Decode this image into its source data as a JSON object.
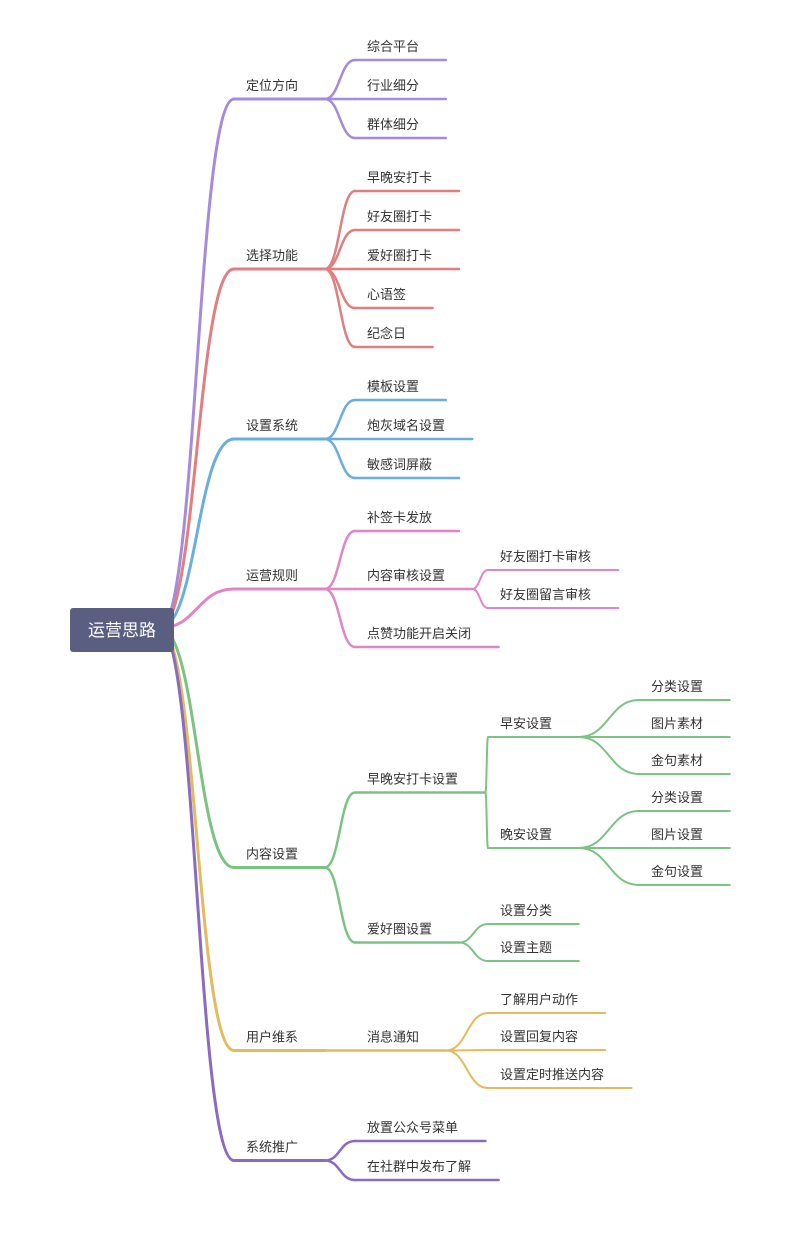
{
  "root": {
    "label": "运营思路",
    "color": "#5a5f82"
  },
  "branches": [
    {
      "label": "定位方向",
      "color": "#a58bdc",
      "children": [
        {
          "label": "综合平台"
        },
        {
          "label": "行业细分"
        },
        {
          "label": "群体细分"
        }
      ]
    },
    {
      "label": "选择功能",
      "color": "#e07f7f",
      "children": [
        {
          "label": "早晚安打卡"
        },
        {
          "label": "好友圈打卡"
        },
        {
          "label": "爱好圈打卡"
        },
        {
          "label": "心语签"
        },
        {
          "label": "纪念日"
        }
      ]
    },
    {
      "label": "设置系统",
      "color": "#6aaedf",
      "children": [
        {
          "label": "模板设置"
        },
        {
          "label": "炮灰域名设置"
        },
        {
          "label": "敏感词屏蔽"
        }
      ]
    },
    {
      "label": "运营规则",
      "color": "#de86c6",
      "children": [
        {
          "label": "补签卡发放"
        },
        {
          "label": "内容审核设置",
          "children": [
            {
              "label": "好友圈打卡审核"
            },
            {
              "label": "好友圈留言审核"
            }
          ]
        },
        {
          "label": "点赞功能开启关闭"
        }
      ]
    },
    {
      "label": "内容设置",
      "color": "#7cc383",
      "children": [
        {
          "label": "早晚安打卡设置",
          "children": [
            {
              "label": "早安设置",
              "children": [
                {
                  "label": "分类设置"
                },
                {
                  "label": "图片素材"
                },
                {
                  "label": "金句素材"
                }
              ]
            },
            {
              "label": "晚安设置",
              "children": [
                {
                  "label": "分类设置"
                },
                {
                  "label": "图片设置"
                },
                {
                  "label": "金句设置"
                }
              ]
            }
          ]
        },
        {
          "label": "爱好圈设置",
          "children": [
            {
              "label": "设置分类"
            },
            {
              "label": "设置主题"
            }
          ]
        }
      ]
    },
    {
      "label": "用户维系",
      "color": "#e1bb5e",
      "children": [
        {
          "label": "消息通知",
          "children": [
            {
              "label": "了解用户动作"
            },
            {
              "label": "设置回复内容"
            },
            {
              "label": "设置定时推送内容"
            }
          ]
        }
      ]
    },
    {
      "label": "系统推广",
      "color": "#8a6bbf",
      "children": [
        {
          "label": "放置公众号菜单"
        },
        {
          "label": "在社群中发布了解"
        }
      ]
    }
  ]
}
